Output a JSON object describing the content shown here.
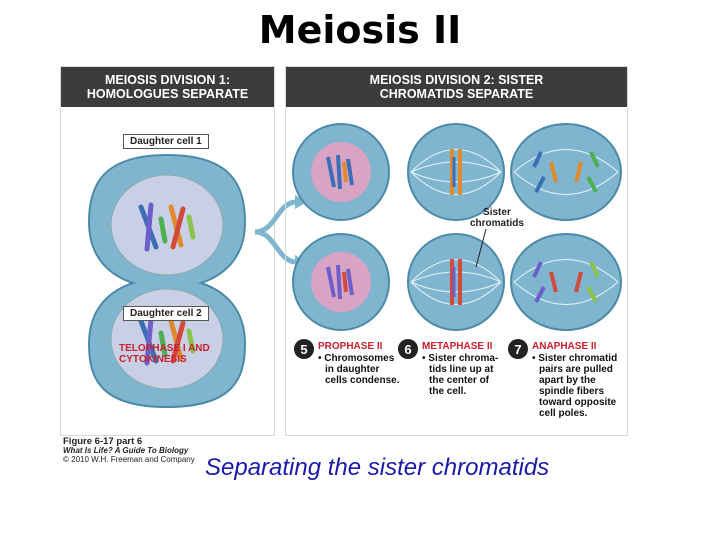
{
  "slide_title": "Meiosis II",
  "subtitle": "Separating the sister chromatids",
  "figure": {
    "panel1_header": "MEIOSIS DIVISION 1:\nHOMOLOGUES SEPARATE",
    "panel1_header_line1": "MEIOSIS DIVISION 1:",
    "panel1_header_line2": "HOMOLOGUES SEPARATE",
    "panel2_header_line1": "MEIOSIS DIVISION 2: SISTER",
    "panel2_header_line2": "CHROMATIDS SEPARATE",
    "daughter_cell_1": "Daughter cell 1",
    "daughter_cell_2": "Daughter cell 2",
    "telophase_line1": "TELOPHASE I AND",
    "telophase_line2": "CYTOKINESIS",
    "sister_label_line1": "Sister",
    "sister_label_line2": "chromatids",
    "stages": [
      {
        "number": "5",
        "title": "PROPHASE II",
        "lines": [
          "• Chromosomes",
          "in daughter",
          "cells condense."
        ]
      },
      {
        "number": "6",
        "title": "METAPHASE II",
        "lines": [
          "• Sister chroma-",
          "tids line up at",
          "the center of",
          "the cell."
        ]
      },
      {
        "number": "7",
        "title": "ANAPHASE II",
        "lines": [
          "• Sister chromatid",
          "pairs are pulled",
          "apart by the",
          "spindle fibers",
          "toward opposite",
          "cell poles."
        ]
      }
    ],
    "caption_line1": "Figure 6-17 part 6",
    "caption_line2": "What Is Life? A Guide To Biology",
    "caption_line3": "© 2010 W.H. Freeman and Company"
  },
  "colors": {
    "header_bg": "#3b3b3b",
    "cell_fill": "#7fb5cf",
    "nucleus_fill": "#d9a3c4",
    "stage_title": "#c8202f",
    "subtitle": "#1a1aa8"
  }
}
